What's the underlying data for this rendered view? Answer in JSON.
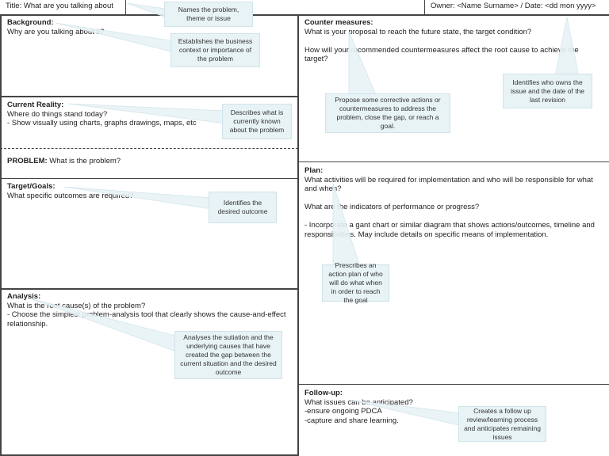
{
  "header": {
    "title": "Title: What are you talking about",
    "owner": "Owner: <Name Surname> / Date: <dd mon yyyy>"
  },
  "left": {
    "background": {
      "heading": "Background:",
      "lines": [
        "Why are you talking about it?"
      ]
    },
    "current_reality": {
      "heading": "Current Reality:",
      "lines": [
        "Where do things stand today?",
        "- Show visually using charts, graphs drawings, maps, etc"
      ]
    },
    "problem": {
      "heading": "PROBLEM:",
      "text": " What is the problem?"
    },
    "target": {
      "heading": "Target/Goals:",
      "lines": [
        "What specific outcomes are required?"
      ]
    },
    "analysis": {
      "heading": "Analysis:",
      "lines": [
        "What is the root cause(s) of the problem?",
        "- Choose the simplest problem-analysis tool that clearly shows the cause-and-effect relationship."
      ]
    }
  },
  "right": {
    "counter": {
      "heading": "Counter measures:",
      "lines": [
        "What is your proposal to reach the future state, the target condition?",
        "",
        "How will your recommended countermeasures affect the root cause to achieve the target?"
      ]
    },
    "plan": {
      "heading": "Plan:",
      "lines": [
        "What activities will be required for implementation and who will be responsible for what and when?",
        "",
        "What are the indicators of performance or progress?",
        "",
        "- Incorporate a gant chart or similar diagram that shows actions/outcomes, timeline and responsibilities. May include details on specific means of implementation."
      ]
    },
    "followup": {
      "heading": "Follow-up:",
      "lines": [
        "What issues can be anticipated?",
        "-ensure ongoing PDCA",
        "-capture and share learning."
      ]
    }
  },
  "callouts": {
    "title": "Names the problem, theme or issue",
    "background": "Establishes the business context or importance of the problem",
    "current": "Describes what is currently known about the problem",
    "target": "Identifies the desired outcome",
    "analysis": "Analyses the sutiation and the underlying causes  that have created the gap between the current situation and the desired outcome",
    "counter": "Propose some corrective actions or countermeasures to address the problem, close the gap, or reach a goal.",
    "owner": "Identifies who owns the issue and the date of the last revision",
    "plan": "Prescribes an action plan of who will do what when in order to reach the goal",
    "followup": "Creates a follow up review/learning process and anticipates remaining issues"
  },
  "colors": {
    "callout_fill": "#e8f3f6",
    "border": "#222222"
  }
}
